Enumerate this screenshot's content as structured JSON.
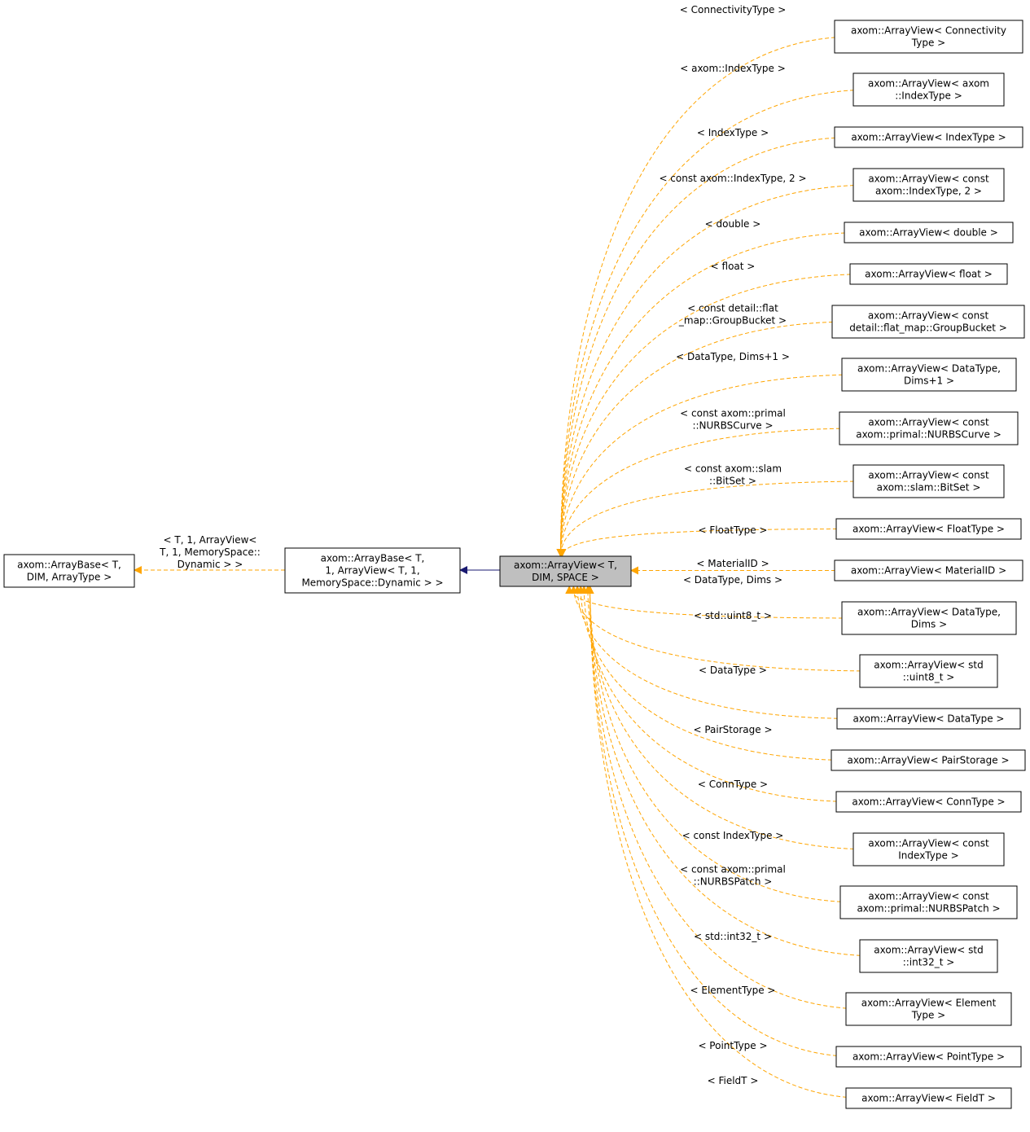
{
  "colors": {
    "template_edge": "#ffa500",
    "inherit_edge": "#191970",
    "focus_fill": "#bfbfbf",
    "node_stroke": "#000000"
  },
  "nodes": {
    "array_base": [
      "axom::ArrayBase< T,",
      "DIM, ArrayType >"
    ],
    "array_base_dynamic": [
      "axom::ArrayBase< T,",
      "1, ArrayView< T, 1,",
      "MemorySpace::Dynamic > >"
    ],
    "array_view": [
      "axom::ArrayView< T,",
      "DIM, SPACE >"
    ]
  },
  "edges": {
    "base_to_dynamic": [
      "< T, 1, ArrayView<",
      "T, 1, MemorySpace::",
      "Dynamic > >"
    ]
  },
  "instantiations": [
    {
      "node": [
        "axom::ArrayView< Connectivity",
        "Type >"
      ],
      "label": [
        "< ConnectivityType >"
      ]
    },
    {
      "node": [
        "axom::ArrayView< axom",
        "::IndexType >"
      ],
      "label": [
        "< axom::IndexType >"
      ]
    },
    {
      "node": [
        "axom::ArrayView< IndexType >"
      ],
      "label": [
        "< IndexType >"
      ]
    },
    {
      "node": [
        "axom::ArrayView< const",
        "axom::IndexType, 2 >"
      ],
      "label": [
        "< const axom::IndexType, 2 >"
      ]
    },
    {
      "node": [
        "axom::ArrayView< double >"
      ],
      "label": [
        "< double >"
      ]
    },
    {
      "node": [
        "axom::ArrayView< float >"
      ],
      "label": [
        "< float >"
      ]
    },
    {
      "node": [
        "axom::ArrayView< const",
        "detail::flat_map::GroupBucket >"
      ],
      "label": [
        "< const detail::flat",
        "_map::GroupBucket >"
      ]
    },
    {
      "node": [
        "axom::ArrayView< DataType,",
        "Dims+1 >"
      ],
      "label": [
        "< DataType, Dims+1 >"
      ]
    },
    {
      "node": [
        "axom::ArrayView< const",
        "axom::primal::NURBSCurve >"
      ],
      "label": [
        "< const axom::primal",
        "::NURBSCurve >"
      ]
    },
    {
      "node": [
        "axom::ArrayView< const",
        "axom::slam::BitSet >"
      ],
      "label": [
        "< const axom::slam",
        "::BitSet >"
      ]
    },
    {
      "node": [
        "axom::ArrayView< FloatType >"
      ],
      "label": [
        "< FloatType >"
      ]
    },
    {
      "node": [
        "axom::ArrayView< MaterialID >"
      ],
      "label": [
        "< MaterialID >"
      ]
    },
    {
      "node": [
        "axom::ArrayView< DataType,",
        "Dims >"
      ],
      "label": [
        "< DataType, Dims >"
      ]
    },
    {
      "node": [
        "axom::ArrayView< std",
        "::uint8_t >"
      ],
      "label": [
        "< std::uint8_t >"
      ]
    },
    {
      "node": [
        "axom::ArrayView< DataType >"
      ],
      "label": [
        "< DataType >"
      ]
    },
    {
      "node": [
        "axom::ArrayView< PairStorage >"
      ],
      "label": [
        "< PairStorage >"
      ]
    },
    {
      "node": [
        "axom::ArrayView< ConnType >"
      ],
      "label": [
        "< ConnType >"
      ]
    },
    {
      "node": [
        "axom::ArrayView< const",
        "IndexType >"
      ],
      "label": [
        "< const IndexType >"
      ]
    },
    {
      "node": [
        "axom::ArrayView< const",
        "axom::primal::NURBSPatch >"
      ],
      "label": [
        "< const axom::primal",
        "::NURBSPatch >"
      ]
    },
    {
      "node": [
        "axom::ArrayView< std",
        "::int32_t >"
      ],
      "label": [
        "< std::int32_t >"
      ]
    },
    {
      "node": [
        "axom::ArrayView< Element",
        "Type >"
      ],
      "label": [
        "< ElementType >"
      ]
    },
    {
      "node": [
        "axom::ArrayView< PointType >"
      ],
      "label": [
        "< PointType >"
      ]
    },
    {
      "node": [
        "axom::ArrayView< FieldT >"
      ],
      "label": [
        "< FieldT >"
      ]
    }
  ]
}
